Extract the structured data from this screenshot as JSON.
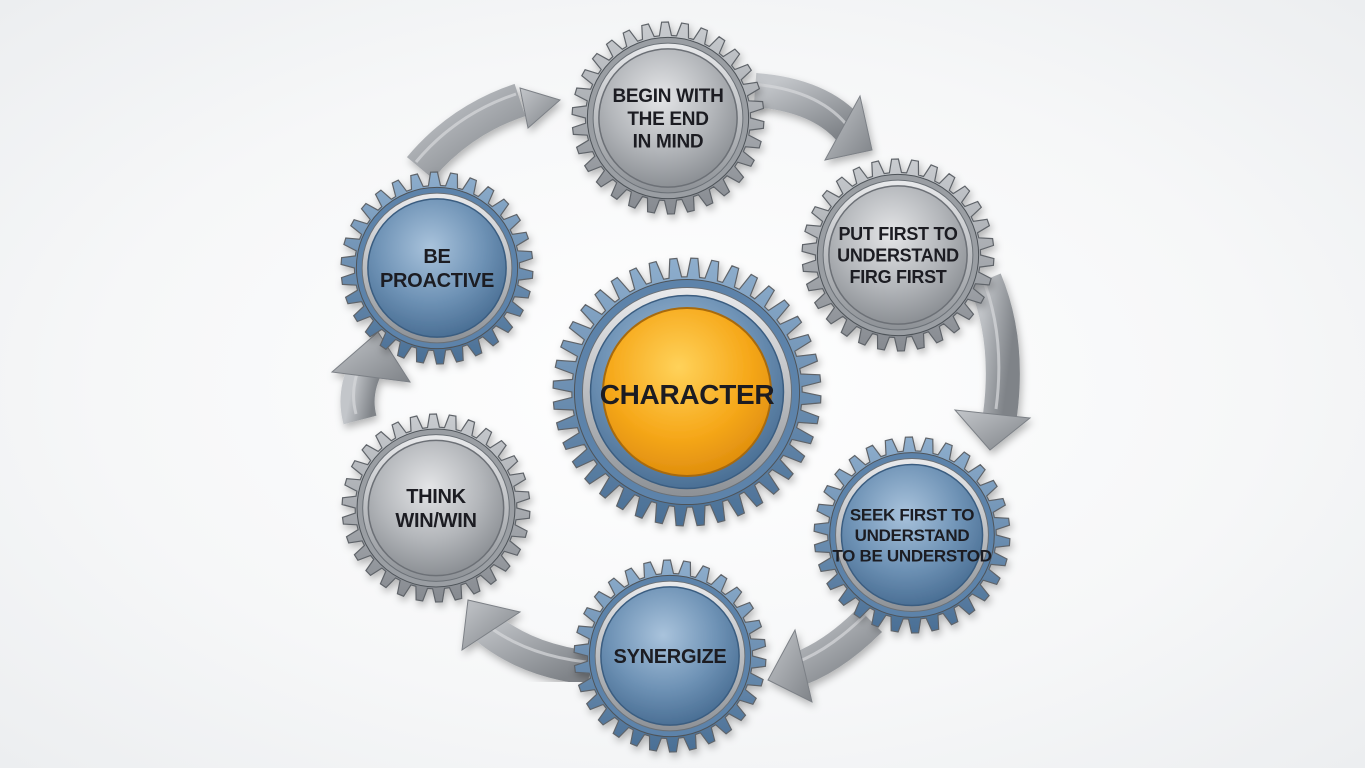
{
  "center": {
    "label": "CHARACTER",
    "color": "#f5a623"
  },
  "colors": {
    "blue_gear": "#6d90b3",
    "gray_gear": "#a3a6aa",
    "arrow": "#9ea2a7",
    "center_face": "#f7b21c"
  },
  "gears": [
    {
      "id": "begin-with-end",
      "style": "gray",
      "lines": [
        "BEGIN WITH",
        "THE END",
        "IN MIND"
      ]
    },
    {
      "id": "put-first",
      "style": "gray",
      "lines": [
        "PUT FIRST TO",
        "UNDERSTAND",
        "FIRG FIRST"
      ]
    },
    {
      "id": "seek-first",
      "style": "blue",
      "lines": [
        "SEEK FIRST TO",
        "UNDERSTAND",
        "TO BE UNDERSTOD"
      ]
    },
    {
      "id": "synergize",
      "style": "blue",
      "lines": [
        "SYNERGIZE"
      ]
    },
    {
      "id": "think-win-win",
      "style": "gray",
      "lines": [
        "THINK",
        "WIN/WIN"
      ]
    },
    {
      "id": "be-proactive",
      "style": "blue",
      "lines": [
        "BE",
        "PROACTIVE"
      ]
    }
  ]
}
